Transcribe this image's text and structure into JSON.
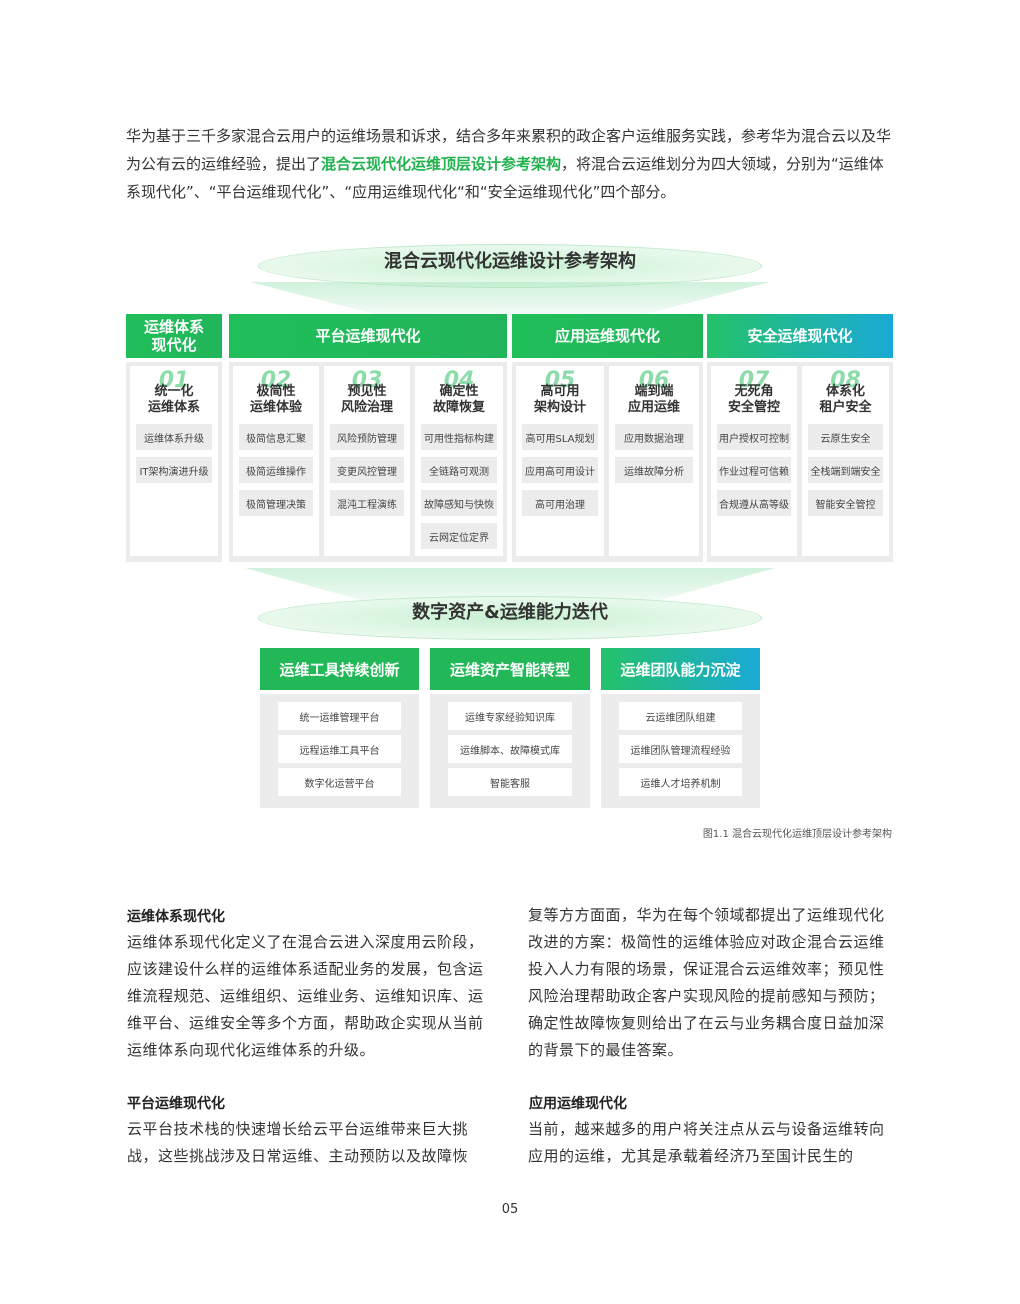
{
  "intro": {
    "part1": "华为基于三千多家混合云用户的运维场景和诉求，结合多年来累积的政企客户运维服务实践，参考华为混合云以及华为公有云的运维经验，提出了",
    "highlight": "混合云现代化运维顶层设计参考架构",
    "part2": "，将混合云运维划分为四大领域，分别为“运维体系现代化”、“平台运维现代化”、“应用运维现代化“和“安全运维现代化”四个部分。"
  },
  "diagram": {
    "top_title": "混合云现代化运维设计参考架构",
    "domains": [
      {
        "label": "运维体系\n现代化"
      },
      {
        "label": "平台运维现代化"
      },
      {
        "label": "应用运维现代化"
      },
      {
        "label": "安全运维现代化"
      }
    ],
    "columns": [
      {
        "num": "01",
        "title": "统一化\n运维体系",
        "items": [
          "运维体系升级",
          "IT架构演进升级"
        ]
      },
      {
        "num": "02",
        "title": "极简性\n运维体验",
        "items": [
          "极简信息汇聚",
          "极简运维操作",
          "极简管理决策"
        ]
      },
      {
        "num": "03",
        "title": "预见性\n风险治理",
        "items": [
          "风险预防管理",
          "变更风控管理",
          "混沌工程演练"
        ]
      },
      {
        "num": "04",
        "title": "确定性\n故障恢复",
        "items": [
          "可用性指标构建",
          "全链路可观测",
          "故障感知与快恢",
          "云网定位定界"
        ]
      },
      {
        "num": "05",
        "title": "高可用\n架构设计",
        "items": [
          "高可用SLA规划",
          "应用高可用设计",
          "高可用治理"
        ]
      },
      {
        "num": "06",
        "title": "端到端\n应用运维",
        "items": [
          "应用数据治理",
          "运维故障分析"
        ]
      },
      {
        "num": "07",
        "title": "无死角\n安全管控",
        "items": [
          "用户授权可控制",
          "作业过程可信赖",
          "合规遵从高等级"
        ]
      },
      {
        "num": "08",
        "title": "体系化\n租户安全",
        "items": [
          "云原生安全",
          "全栈端到端安全",
          "智能安全管控"
        ]
      }
    ],
    "bottom_title": "数字资产&运维能力迭代",
    "capabilities": [
      {
        "title": "运维工具持续创新",
        "items": [
          "统一运维管理平台",
          "远程运维工具平台",
          "数字化运营平台"
        ]
      },
      {
        "title": "运维资产智能转型",
        "items": [
          "运维专家经验知识库",
          "运维脚本、故障模式库",
          "智能客服"
        ]
      },
      {
        "title": "运维团队能力沉淀",
        "items": [
          "云运维团队组建",
          "运维团队管理流程经验",
          "运维人才培养机制"
        ]
      }
    ],
    "caption": "图1.1 混合云现代化运维顶层设计参考架构"
  },
  "sections": {
    "s1_title": "运维体系现代化",
    "s1_text": "运维体系现代化定义了在混合云进入深度用云阶段，应该建设什么样的运维体系适配业务的发展，包含运维流程规范、运维组织、运维业务、运维知识库、运维平台、运维安全等多个方面，帮助政企实现从当前运维体系向现代化运维体系的升级。",
    "s2_title": "平台运维现代化",
    "s2_text": "云平台技术栈的快速增长给云平台运维带来巨大挑战，这些挑战涉及日常运维、主动预防以及故障恢",
    "right_text": "复等方方面面，华为在每个领域都提出了运维现代化改进的方案：极简性的运维体验应对政企混合云运维投入人力有限的场景，保证混合云运维效率；预见性风险治理帮助政企客户实现风险的提前感知与预防；确定性故障恢复则给出了在云与业务耦合度日益加深的背景下的最佳答案。",
    "s3_title": "应用运维现代化",
    "s3_text": "当前，越来越多的用户将关注点从云与设备运维转向应用的运维，尤其是承载着经济乃至国计民生的"
  },
  "page_number": "05"
}
